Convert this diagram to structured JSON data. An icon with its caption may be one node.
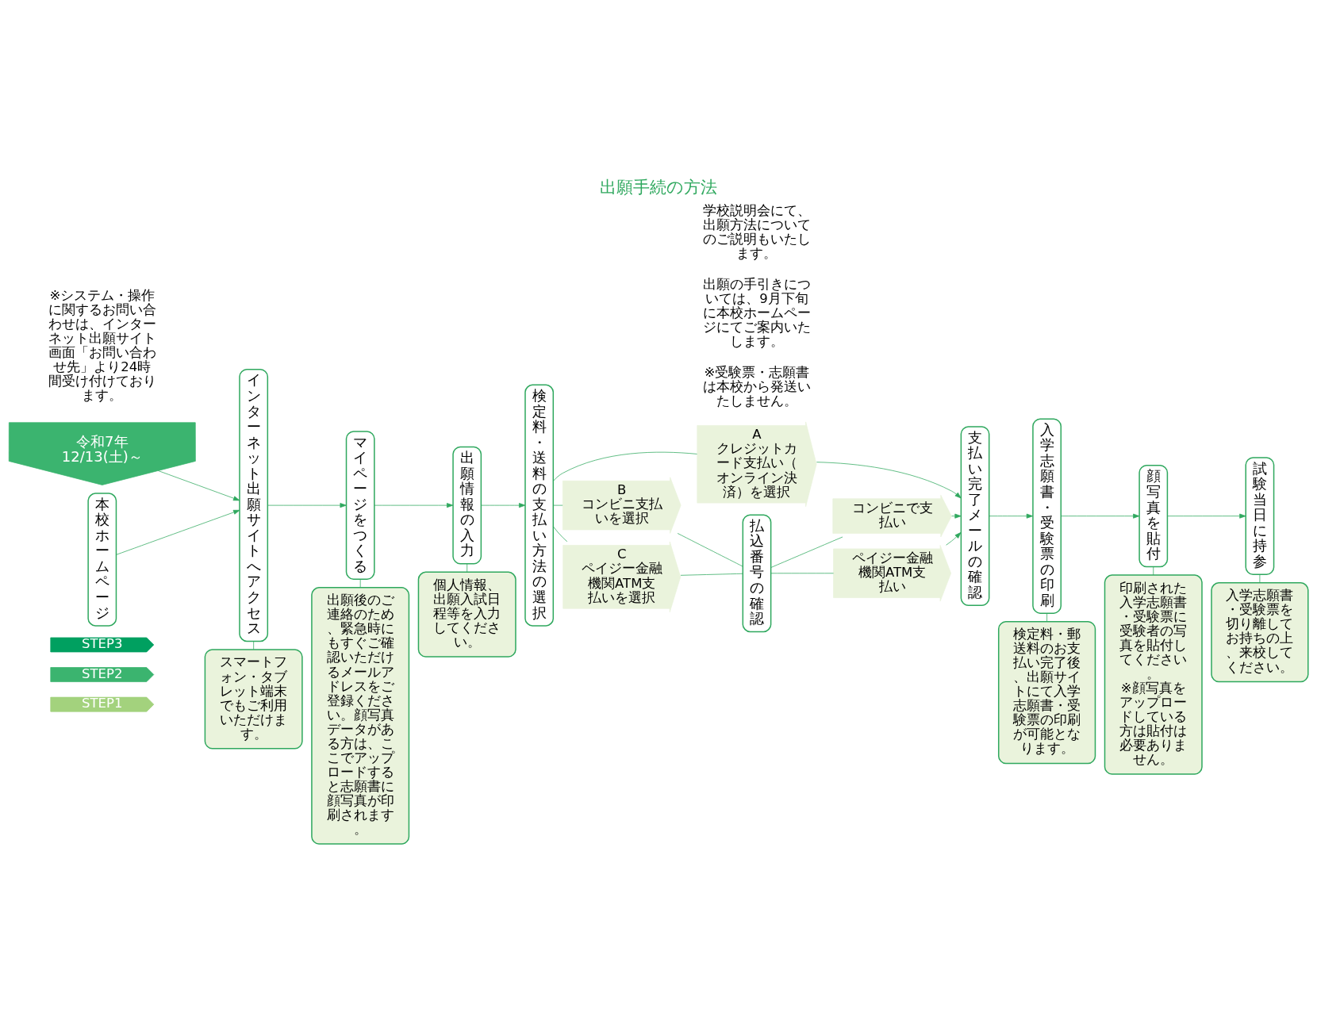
{
  "diagram": {
    "title": "出願手続の方法",
    "nodes": [
      {
        "text": [
          "STEP1"
        ]
      },
      {
        "text": [
          "STEP2"
        ]
      },
      {
        "text": [
          "STEP3"
        ]
      },
      {
        "text": [
          "令和7年 12/13(土)～"
        ]
      },
      {
        "text": [
          "本校ホームページ"
        ]
      },
      {
        "text": [
          "インターネット出願サイトへアクセス"
        ]
      },
      {
        "text": [
          "マイページをつくる"
        ]
      },
      {
        "text": [
          "出願情報の入力"
        ]
      },
      {
        "text": [
          "検定料・送料の支払い方法の選択"
        ]
      },
      {
        "text": [
          "A",
          "クレジットカード支払い（オンライン決済）を選択"
        ]
      },
      {
        "text": [
          "B",
          "コンビニ支払いを選択"
        ]
      },
      {
        "text": [
          "C",
          "ペイジー金融機関ATM支払いを選択"
        ]
      },
      {
        "text": [
          "払込番号の確認"
        ]
      },
      {
        "text": [
          "コンビニで支払い"
        ]
      },
      {
        "text": [
          "ペイジー金融機関ATM支払い"
        ]
      },
      {
        "text": [
          "支払い完了メールの確認"
        ]
      },
      {
        "text": [
          "入学志願書・受験票の印刷"
        ]
      },
      {
        "text": [
          "顔写真を貼付"
        ]
      },
      {
        "text": [
          "試験当日に持参"
        ]
      },
      {
        "text": [
          "スマートフォン・タブレット端末でもご利用いただけます。"
        ]
      },
      {
        "text": [
          "出願後のご連絡のため、緊急時にもすぐご確認いただけるメールアドレスをご登録ください。顔写真データがある方は、ここでアップロードすると志願書に顔写真が印刷されます。"
        ]
      },
      {
        "text": [
          "個人情報、出願入試日程等を入力してください。"
        ]
      },
      {
        "text": [
          "検定料・郵送料のお支払い完了後、出願サイトにて入学志願書・受験票の印刷が可能となります。"
        ]
      },
      {
        "text": [
          "印刷された入学志願書・受験票に受験者の写真を貼付してください。",
          "※顔写真をアップロードしている方は貼付は必要ありません。"
        ]
      },
      {
        "text": [
          "入学志願書・受験票を切り離してお持ちの上、来校してください。"
        ]
      }
    ],
    "edges": [
      {
        "from": 3,
        "to": 5,
        "arrow": "to"
      },
      {
        "from": 4,
        "to": 5,
        "arrow": "to"
      },
      {
        "from": 5,
        "to": 6,
        "arrow": "to"
      },
      {
        "from": 6,
        "to": 7,
        "arrow": "to"
      },
      {
        "from": 7,
        "to": 8,
        "arrow": "to"
      },
      {
        "from": 8,
        "to": 9,
        "arrow": "none"
      },
      {
        "from": 8,
        "to": 10,
        "arrow": "none"
      },
      {
        "from": 8,
        "to": 11,
        "arrow": "none"
      },
      {
        "from": 9,
        "to": 15,
        "arrow": "to"
      },
      {
        "from": 10,
        "to": 12,
        "arrow": "none"
      },
      {
        "from": 11,
        "to": 12,
        "arrow": "none"
      },
      {
        "from": 12,
        "to": 13,
        "arrow": "none"
      },
      {
        "from": 12,
        "to": 14,
        "arrow": "none"
      },
      {
        "from": 13,
        "to": 15,
        "arrow": "to"
      },
      {
        "from": 14,
        "to": 15,
        "arrow": "to"
      },
      {
        "from": 15,
        "to": 16,
        "arrow": "to"
      },
      {
        "from": 16,
        "to": 17,
        "arrow": "to"
      },
      {
        "from": 17,
        "to": 18,
        "arrow": "to"
      },
      {
        "from": 5,
        "to": 19,
        "arrow": "none"
      },
      {
        "from": 6,
        "to": 20,
        "arrow": "none"
      },
      {
        "from": 7,
        "to": 21,
        "arrow": "none"
      },
      {
        "from": 16,
        "to": 22,
        "arrow": "none"
      },
      {
        "from": 17,
        "to": 23,
        "arrow": "none"
      },
      {
        "from": 18,
        "to": 24,
        "arrow": "none"
      }
    ],
    "labels": [
      "※受験票・志願書は本校から発送いたしません。",
      "出願の手引きについては、9月下旬に本校ホームページにてご案内いたします。",
      "学校説明会にて、出願方法についてのご説明もいたします。",
      "※システム・操作に関するお問い合わせは、インターネット出願サイト画面「お問い合わせ先」より24時間受け付けております。"
    ]
  }
}
